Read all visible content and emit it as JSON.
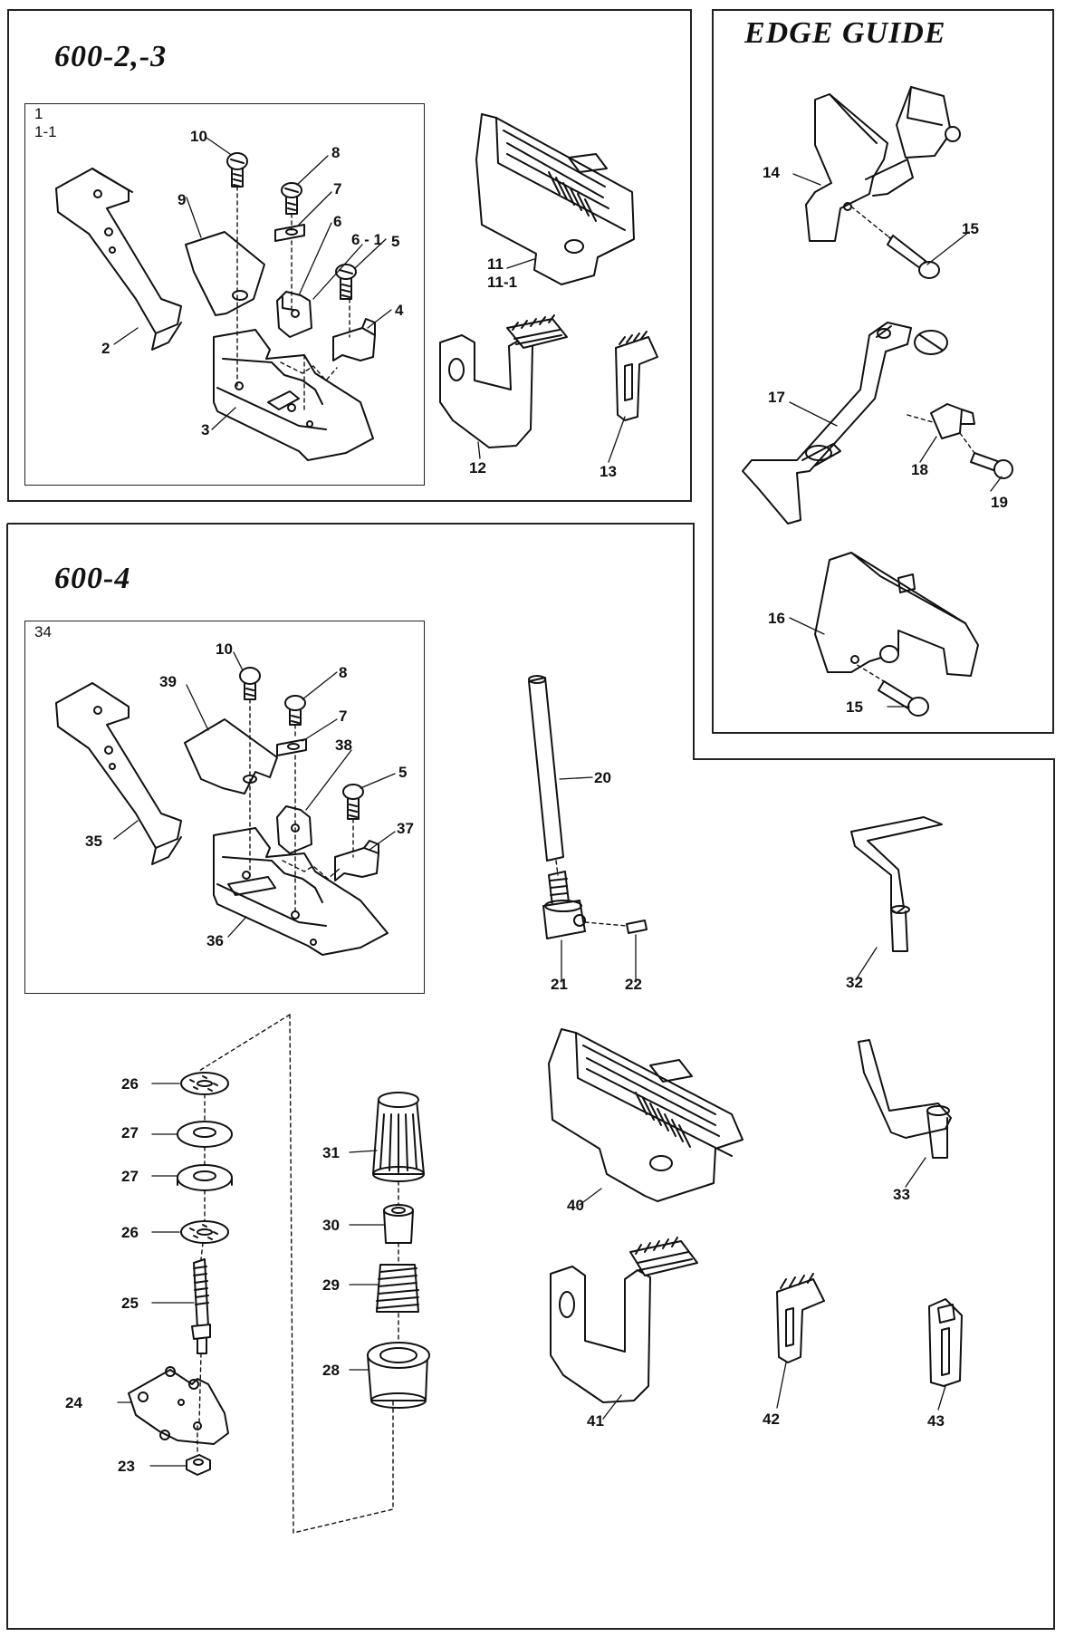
{
  "sections": {
    "model_23": {
      "title": "600-2,-3",
      "box_label": "1\n1-1"
    },
    "model_4": {
      "title": "600-4",
      "box_label": "34"
    },
    "edge_guide": {
      "title": "EDGE  GUIDE"
    }
  },
  "callouts": {
    "c10a": "10",
    "c8a": "8",
    "c7a": "7",
    "c9": "9",
    "c6": "6",
    "c61": "6 - 1",
    "c5a": "5",
    "c4": "4",
    "c2": "2",
    "c3": "3",
    "c11": "11\n11-1",
    "c12": "12",
    "c13": "13",
    "c14": "14",
    "c15a": "15",
    "c17": "17",
    "c18": "18",
    "c19": "19",
    "c16": "16",
    "c15b": "15",
    "c10b": "10",
    "c8b": "8",
    "c39": "39",
    "c7b": "7",
    "c38": "38",
    "c5b": "5",
    "c37": "37",
    "c35": "35",
    "c36": "36",
    "c20": "20",
    "c21": "21",
    "c22": "22",
    "c32": "32",
    "c33": "33",
    "c26a": "26",
    "c27a": "27",
    "c27b": "27",
    "c26b": "26",
    "c25": "25",
    "c24": "24",
    "c23": "23",
    "c31": "31",
    "c30": "30",
    "c29": "29",
    "c28": "28",
    "c40": "40",
    "c41": "41",
    "c42": "42",
    "c43": "43"
  }
}
